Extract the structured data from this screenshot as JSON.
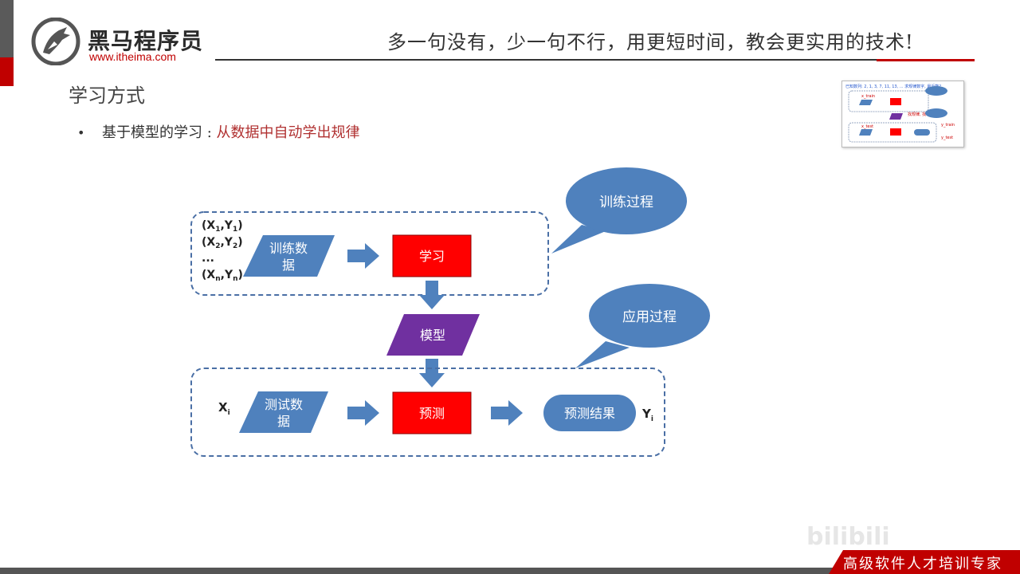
{
  "header": {
    "brand_name": "黑马程序员",
    "brand_url": "www.itheima.com",
    "slogan": "多一句没有，少一句不行，用更短时间，教会更实用的技术!"
  },
  "slide": {
    "title": "学习方式",
    "bullet_prefix": "基于模型的学习 : ",
    "bullet_highlight": "从数据中自动学出规律"
  },
  "diagram": {
    "train_callout": "训练过程",
    "apply_callout": "应用过程",
    "train_inputs": [
      "(X",
      "1",
      ",Y",
      "1",
      ")",
      "(X",
      "2",
      ",Y",
      "2",
      ")",
      "...",
      "(X",
      "n",
      ",Y",
      "n",
      ")"
    ],
    "train_data_line1": "训练数",
    "train_data_line2": "据",
    "learn_box": "学习",
    "model_box": "模型",
    "test_input": "X",
    "test_input_sub": "i",
    "test_data_line1": "测试数",
    "test_data_line2": "据",
    "predict_box": "预测",
    "result_box": "预测结果",
    "output": "Y",
    "output_sub": "i"
  },
  "thumbnail": {
    "caption": "已知数列: 2, 1, 3, 7, 11, 13, ... 求规律数字, 最近数?",
    "x_train": "x_train",
    "x_test": "x_test",
    "y_train": "y_train",
    "y_test": "y_test",
    "rule": "找规律, 找公式"
  },
  "footer": {
    "tagline": "高级软件人才培训专家",
    "watermark": "bilibili"
  },
  "colors": {
    "accent_red": "#c00000",
    "shape_blue": "#4f81bd",
    "box_red": "#ff0000",
    "model_purple": "#7030a0"
  }
}
